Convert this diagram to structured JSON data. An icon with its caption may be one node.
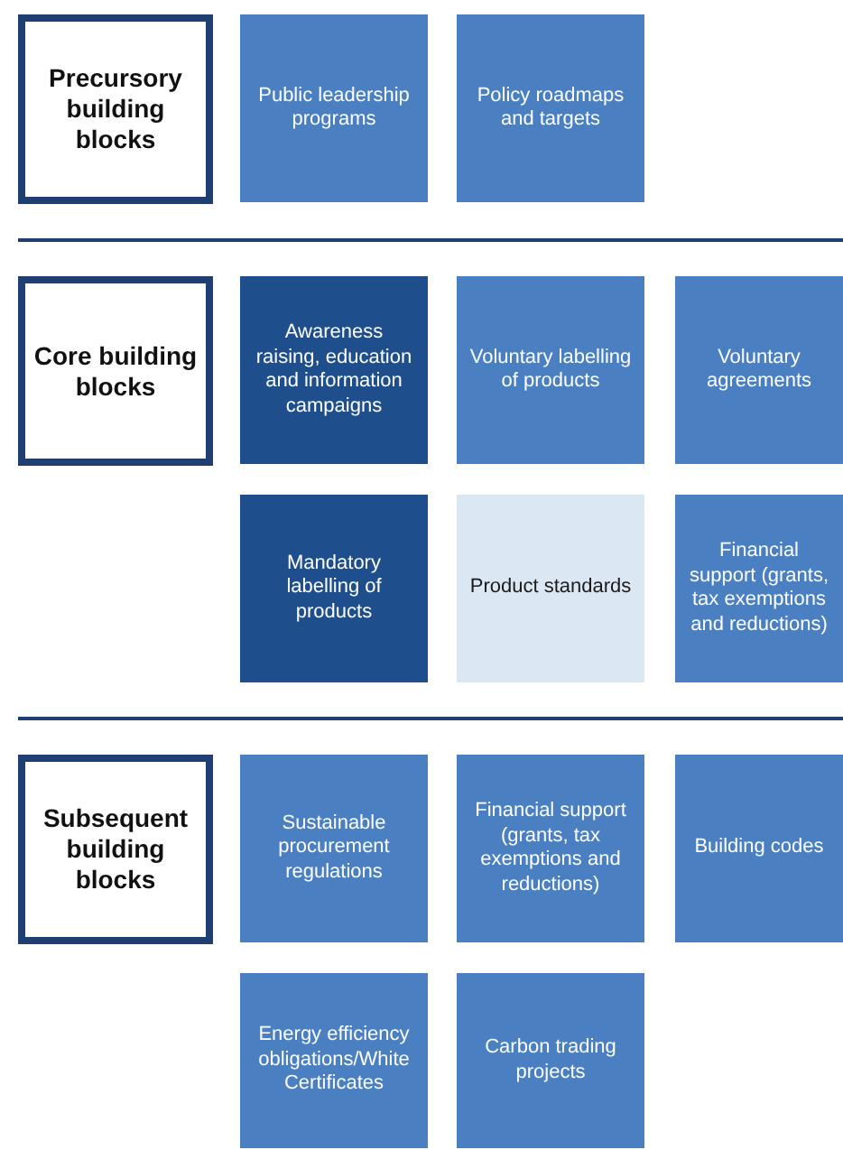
{
  "diagram": {
    "nodes": [
      {
        "text": [
          "Precursory building blocks"
        ]
      },
      {
        "text": [
          "Public leadership programs"
        ]
      },
      {
        "text": [
          "Policy roadmaps and targets"
        ]
      },
      {
        "text": [
          "Core building blocks"
        ]
      },
      {
        "text": [
          "Awareness raising, education and information campaigns"
        ]
      },
      {
        "text": [
          "Voluntary labelling of products"
        ]
      },
      {
        "text": [
          "Voluntary agreements"
        ]
      },
      {
        "text": [
          "Mandatory labelling of products"
        ]
      },
      {
        "text": [
          "Product standards"
        ]
      },
      {
        "text": [
          "Financial support (grants, tax exemptions and reductions)"
        ]
      },
      {
        "text": [
          "Subsequent building blocks"
        ]
      },
      {
        "text": [
          "Sustainable procurement regulations"
        ]
      },
      {
        "text": [
          "Financial support (grants, tax exemptions and reductions)"
        ]
      },
      {
        "text": [
          "Building codes"
        ]
      },
      {
        "text": [
          "Energy efficiency obligations/White Certificates"
        ]
      },
      {
        "text": [
          "Carbon trading projects"
        ]
      }
    ]
  }
}
